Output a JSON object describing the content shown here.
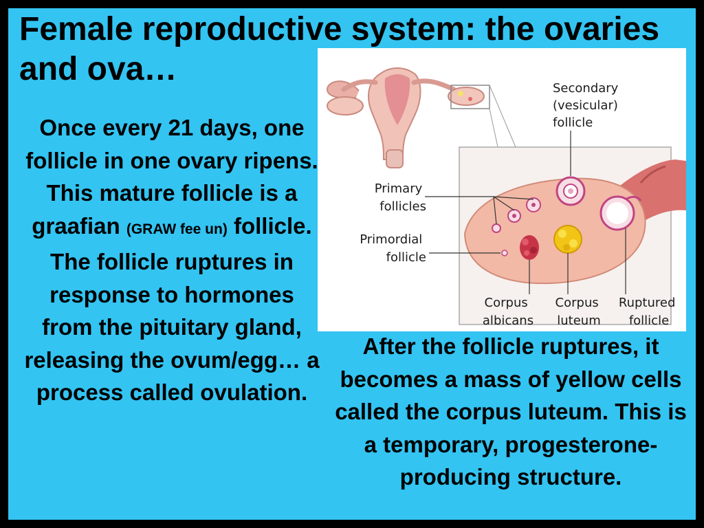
{
  "slide": {
    "title": "Female reproductive system:  the ovaries and ova…",
    "left_text": {
      "part1": "Once every 21 days, one follicle in one ovary ripens. This mature follicle is a graafian ",
      "pronunciation": "(GRAW fee un)",
      "part2": " follicle. The follicle ruptures in response to hormones from the pituitary gland, releasing the ovum/egg… a process called ovulation."
    },
    "right_text": "After the follicle ruptures, it becomes a mass of yellow cells called the corpus luteum. This is a temporary, progesterone-producing structure."
  },
  "figure": {
    "labels": {
      "secondary": [
        "Secondary",
        "(vesicular)",
        "follicle"
      ],
      "primary": [
        "Primary",
        "follicles"
      ],
      "primordial": [
        "Primordial",
        "follicle"
      ],
      "albicans": [
        "Corpus",
        "albicans"
      ],
      "luteum": [
        "Corpus",
        "luteum"
      ],
      "ruptured": [
        "Ruptured",
        "follicle"
      ]
    }
  },
  "colors": {
    "background": "#33c4f2",
    "frame": "#000000",
    "text": "#000000",
    "tissue": "#f2b9a6"
  }
}
